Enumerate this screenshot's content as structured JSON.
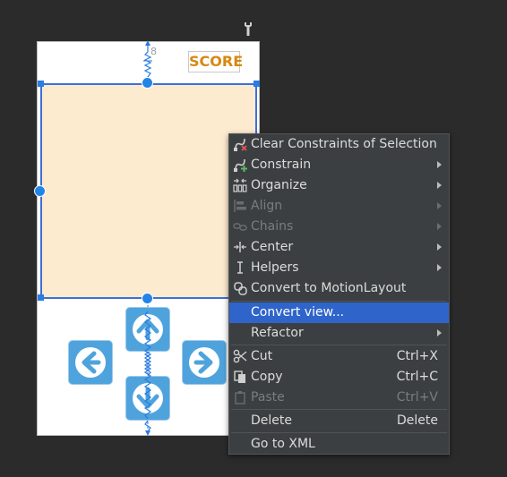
{
  "layout_preview": {
    "score_label": "SCORE",
    "top_margin_label": "8"
  },
  "context_menu": {
    "items": [
      {
        "label": "Clear Constraints of Selection",
        "icon": "clear-constraints-icon",
        "enabled": true,
        "submenu": false
      },
      {
        "label": "Constrain",
        "icon": "constrain-icon",
        "enabled": true,
        "submenu": true
      },
      {
        "label": "Organize",
        "icon": "organize-icon",
        "enabled": true,
        "submenu": true
      },
      {
        "label": "Align",
        "icon": "align-icon",
        "enabled": false,
        "submenu": true
      },
      {
        "label": "Chains",
        "icon": "chains-icon",
        "enabled": false,
        "submenu": true
      },
      {
        "label": "Center",
        "icon": "center-icon",
        "enabled": true,
        "submenu": true
      },
      {
        "label": "Helpers",
        "icon": "helpers-icon",
        "enabled": true,
        "submenu": true
      },
      {
        "label": "Convert to MotionLayout",
        "icon": "motion-layout-icon",
        "enabled": true,
        "submenu": false
      },
      {
        "label": "Convert view...",
        "enabled": true,
        "selected": true
      },
      {
        "label": "Refactor",
        "enabled": true,
        "submenu": true
      },
      {
        "label": "Cut",
        "shortcut": "Ctrl+X",
        "icon": "scissors-icon",
        "enabled": true
      },
      {
        "label": "Copy",
        "shortcut": "Ctrl+C",
        "icon": "copy-icon",
        "enabled": true
      },
      {
        "label": "Paste",
        "shortcut": "Ctrl+V",
        "icon": "paste-icon",
        "enabled": false
      },
      {
        "label": "Delete",
        "shortcut": "Delete",
        "enabled": true
      },
      {
        "label": "Go to XML",
        "enabled": true
      }
    ]
  },
  "colors": {
    "background": "#2b2b2b",
    "menu_background": "#3c3f41",
    "menu_selected": "#2f65ca",
    "card_fill": "#fdebd0",
    "selection_blue": "#3d6fd8",
    "score_text": "#d68910",
    "button_blue": "#4fa3dd"
  }
}
